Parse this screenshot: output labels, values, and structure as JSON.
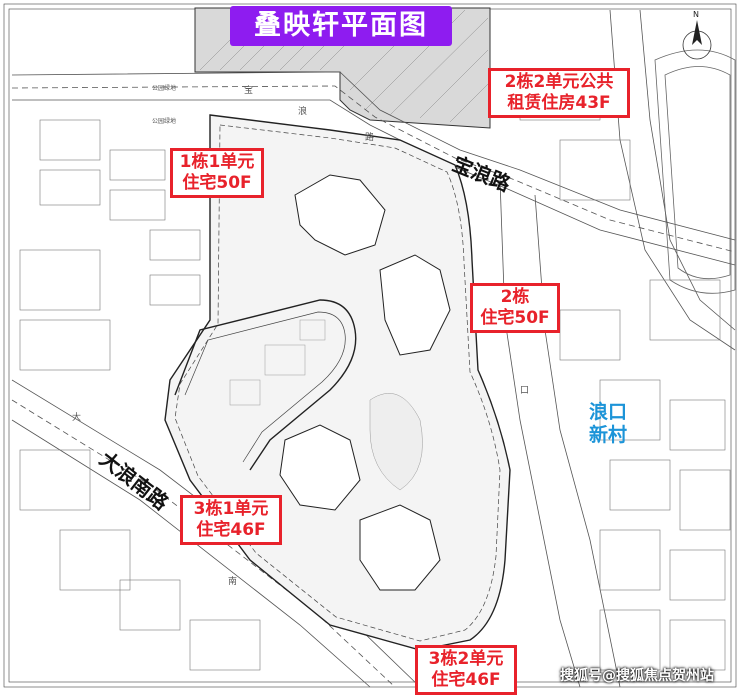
{
  "title": "叠映轩平面图",
  "labels": {
    "building2_unit2": [
      "2栋2单元公共",
      "租赁住房43F"
    ],
    "building1_unit1": [
      "1栋1单元",
      "住宅50F"
    ],
    "building2": [
      "2栋",
      "住宅50F"
    ],
    "langkou_village": [
      "浪口",
      "新村"
    ],
    "building3_unit1": [
      "3栋1单元",
      "住宅46F"
    ],
    "building3_unit2": [
      "3栋2单元",
      "住宅46F"
    ]
  },
  "roads": {
    "baolang": "宝浪路",
    "dalang_south": "大浪南路"
  },
  "small_labels": {
    "park_green_1": "公园绿地",
    "park_green_2": "公园绿地",
    "char_bao": "宝",
    "char_lang": "浪",
    "char_road": "路",
    "char_da": "大",
    "char_nan": "南",
    "char_kou": "口"
  },
  "watermark": "搜狐号@搜狐焦点贺州站",
  "colors": {
    "title_bg": "#8e1cf0",
    "label_red": "#e8222b",
    "label_blue": "#1c94d8",
    "line": "#333333"
  }
}
